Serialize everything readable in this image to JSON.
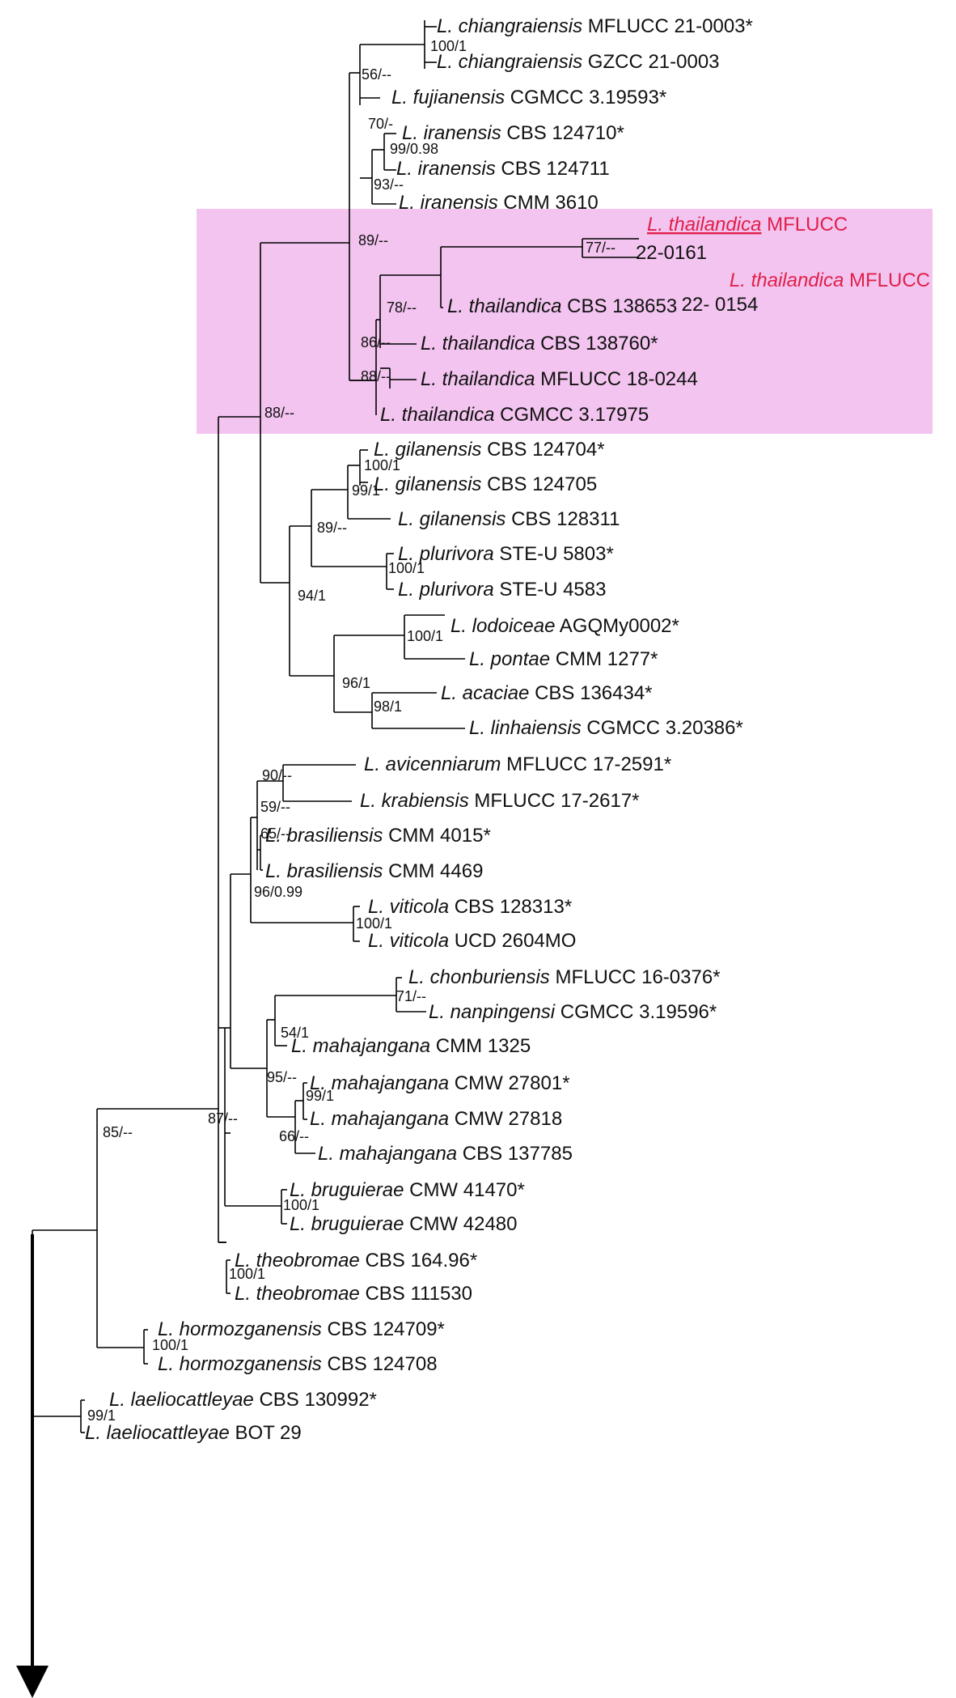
{
  "highlight_color": "#f2c4ef",
  "new_strain_color": "#e0204a",
  "taxa": [
    {
      "id": "t1",
      "genus": "L. chiangraiensis",
      "strain": "MFLUCC 21-0003*"
    },
    {
      "id": "t2",
      "genus": "L. chiangraiensis",
      "strain": "GZCC 21-0003"
    },
    {
      "id": "t3",
      "genus": "L. fujianensis",
      "strain": "CGMCC 3.19593*"
    },
    {
      "id": "t4",
      "genus": "L. iranensis",
      "strain": "CBS 124710*"
    },
    {
      "id": "t5",
      "genus": "L. iranensis",
      "strain": "CBS 124711"
    },
    {
      "id": "t6",
      "genus": "L. iranensis",
      "strain": "CMM 3610"
    },
    {
      "id": "t7",
      "genus": "L. thailandica",
      "strain": "MFLUCC",
      "strain2": "22-0161",
      "highlight": true
    },
    {
      "id": "t8",
      "genus": "L. thailandica",
      "strain": "MFLUCC",
      "strain2": "22- 0154",
      "highlight": true
    },
    {
      "id": "t9",
      "genus": "L. thailandica",
      "strain": "CBS 138653"
    },
    {
      "id": "t10",
      "genus": "L. thailandica",
      "strain": "CBS 138760*"
    },
    {
      "id": "t11",
      "genus": "L. thailandica",
      "strain": "MFLUCC 18-0244"
    },
    {
      "id": "t12",
      "genus": "L. thailandica",
      "strain": "CGMCC 3.17975"
    },
    {
      "id": "t13",
      "genus": "L. gilanensis",
      "strain": "CBS 124704*"
    },
    {
      "id": "t14",
      "genus": "L. gilanensis",
      "strain": "CBS 124705"
    },
    {
      "id": "t15",
      "genus": "L. gilanensis",
      "strain": "CBS 128311"
    },
    {
      "id": "t16",
      "genus": "L. plurivora",
      "strain": "STE-U 5803*"
    },
    {
      "id": "t17",
      "genus": "L. plurivora",
      "strain": "STE-U 4583"
    },
    {
      "id": "t18",
      "genus": "L. lodoiceae",
      "strain": " AGQMy0002*"
    },
    {
      "id": "t19",
      "genus": "L. pontae",
      "strain": "CMM 1277*"
    },
    {
      "id": "t20",
      "genus": "L. acaciae",
      "strain": "CBS 136434*"
    },
    {
      "id": "t21",
      "genus": "L. linhaiensis",
      "strain": "CGMCC 3.20386*"
    },
    {
      "id": "t22",
      "genus": "L. avicenniarum",
      "strain": "MFLUCC 17-2591*"
    },
    {
      "id": "t23",
      "genus": "L. krabiensis",
      "strain": "MFLUCC 17-2617*"
    },
    {
      "id": "t24",
      "genus": "L. brasiliensis",
      "strain": "CMM 4015*"
    },
    {
      "id": "t25",
      "genus": "L. brasiliensis",
      "strain": "CMM 4469"
    },
    {
      "id": "t26",
      "genus": "L. viticola",
      "strain": "CBS 128313*"
    },
    {
      "id": "t27",
      "genus": "L. viticola",
      "strain": "UCD 2604MO"
    },
    {
      "id": "t28",
      "genus": "L. chonburiensis",
      "strain": "MFLUCC 16-0376*"
    },
    {
      "id": "t29",
      "genus": "L. nanpingensi",
      "strain": "CGMCC 3.19596*"
    },
    {
      "id": "t30",
      "genus": "L. mahajangana",
      "strain": "CMM 1325"
    },
    {
      "id": "t31",
      "genus": "L. mahajangana",
      "strain": "CMW 27801*"
    },
    {
      "id": "t32",
      "genus": "L. mahajangana",
      "strain": "CMW 27818"
    },
    {
      "id": "t33",
      "genus": "L. mahajangana",
      "strain": "CBS 137785"
    },
    {
      "id": "t34",
      "genus": "L. bruguierae",
      "strain": "CMW 41470*"
    },
    {
      "id": "t35",
      "genus": "L. bruguierae",
      "strain": "CMW 42480"
    },
    {
      "id": "t36",
      "genus": "L. theobromae",
      "strain": "CBS 164.96*"
    },
    {
      "id": "t37",
      "genus": "L. theobromae",
      "strain": "CBS 111530"
    },
    {
      "id": "t38",
      "genus": "L. hormozganensis",
      "strain": "CBS 124709*"
    },
    {
      "id": "t39",
      "genus": "L. hormozganensis",
      "strain": "CBS 124708"
    },
    {
      "id": "t40",
      "genus": "L. laeliocattleyae",
      "strain": "CBS 130992*"
    },
    {
      "id": "t41",
      "genus": "L. laeliocattleyae",
      "strain": "BOT 29"
    }
  ],
  "supports": [
    {
      "id": "s1",
      "text": "100/1"
    },
    {
      "id": "s2",
      "text": "56/--"
    },
    {
      "id": "s3",
      "text": "70/-"
    },
    {
      "id": "s4",
      "text": "99/0.98"
    },
    {
      "id": "s5",
      "text": "93/--"
    },
    {
      "id": "s6",
      "text": "89/--"
    },
    {
      "id": "s7",
      "text": "77/--"
    },
    {
      "id": "s8",
      "text": "78/--"
    },
    {
      "id": "s9",
      "text": "86/--"
    },
    {
      "id": "s10",
      "text": "88/--"
    },
    {
      "id": "s11",
      "text": "88/--"
    },
    {
      "id": "s12",
      "text": "100/1"
    },
    {
      "id": "s13",
      "text": "99/1"
    },
    {
      "id": "s14",
      "text": "89/--"
    },
    {
      "id": "s15",
      "text": "100/1"
    },
    {
      "id": "s16",
      "text": "94/1"
    },
    {
      "id": "s17",
      "text": "100/1"
    },
    {
      "id": "s18",
      "text": "96/1"
    },
    {
      "id": "s19",
      "text": "98/1"
    },
    {
      "id": "s20",
      "text": "90/--"
    },
    {
      "id": "s21",
      "text": "59/--"
    },
    {
      "id": "s22",
      "text": "65/--"
    },
    {
      "id": "s23",
      "text": "96/0.99"
    },
    {
      "id": "s24",
      "text": "100/1"
    },
    {
      "id": "s25",
      "text": "71/--"
    },
    {
      "id": "s26",
      "text": "54/1"
    },
    {
      "id": "s27",
      "text": "95/--"
    },
    {
      "id": "s28",
      "text": "99/1"
    },
    {
      "id": "s29",
      "text": "66/--"
    },
    {
      "id": "s30",
      "text": "87/--"
    },
    {
      "id": "s31",
      "text": "100/1"
    },
    {
      "id": "s32",
      "text": "100/1"
    },
    {
      "id": "s33",
      "text": "85/--"
    },
    {
      "id": "s34",
      "text": "100/1"
    },
    {
      "id": "s35",
      "text": "99/1"
    }
  ]
}
